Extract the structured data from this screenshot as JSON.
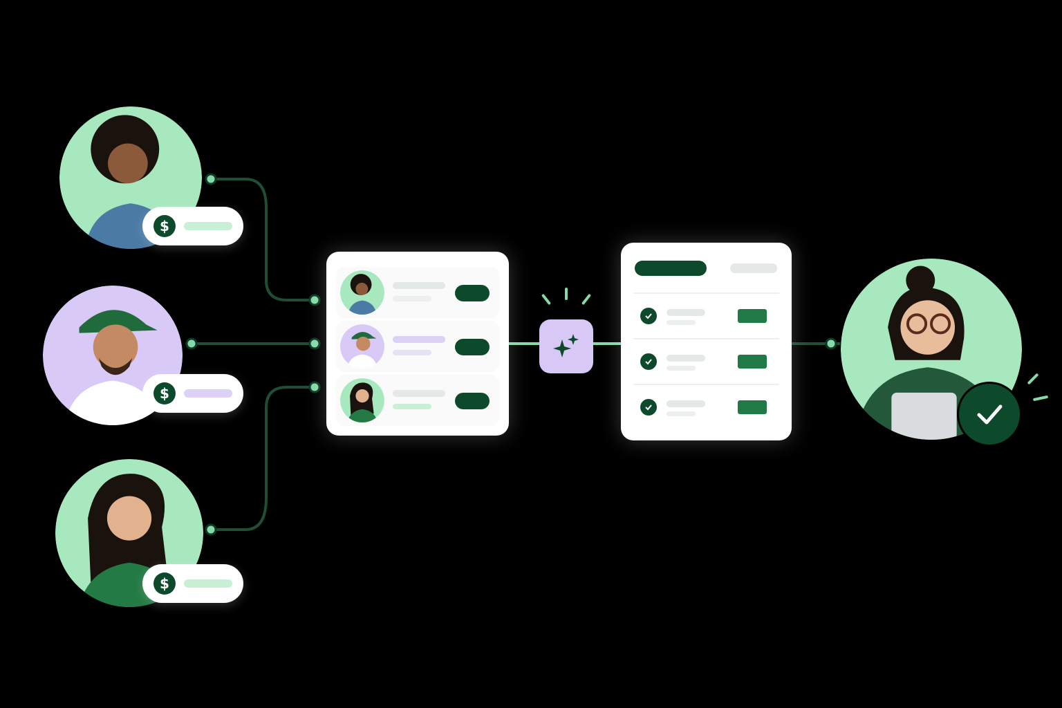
{
  "colors": {
    "background": "#000000",
    "brand_dark": "#0d4a2c",
    "brand_green": "#1f7a45",
    "mint": "#a7e8bf",
    "lavender": "#d7c8f5",
    "wire": "#1f4d36"
  },
  "senders": [
    {
      "id": "sender-1",
      "avatar_bg": "#a7e8bf",
      "pill_accent": "#c9f0d6",
      "currency_symbol": "$"
    },
    {
      "id": "sender-2",
      "avatar_bg": "#d9c9f6",
      "pill_accent": "#ddd2f6",
      "currency_symbol": "$"
    },
    {
      "id": "sender-3",
      "avatar_bg": "#a7e8bf",
      "pill_accent": "#c9f0d6",
      "currency_symbol": "$"
    }
  ],
  "queue_card": {
    "rows": [
      {
        "line_color": "#e4e8e6",
        "avatar_bg": "#a7e8bf"
      },
      {
        "line_color": "#ddd2f6",
        "avatar_bg": "#d9c9f6"
      },
      {
        "line_color": "#dbe6df",
        "avatar_bg": "#a7e8bf"
      }
    ]
  },
  "ai_step": {
    "icon": "sparkle-icon"
  },
  "results_card": {
    "header_tab_active": "",
    "header_tab_inactive": "",
    "rows": [
      {
        "status_icon": "check-icon"
      },
      {
        "status_icon": "check-icon"
      },
      {
        "status_icon": "check-icon"
      }
    ]
  },
  "recipient": {
    "avatar_bg": "#a7e8bf",
    "status_icon": "check-icon"
  }
}
